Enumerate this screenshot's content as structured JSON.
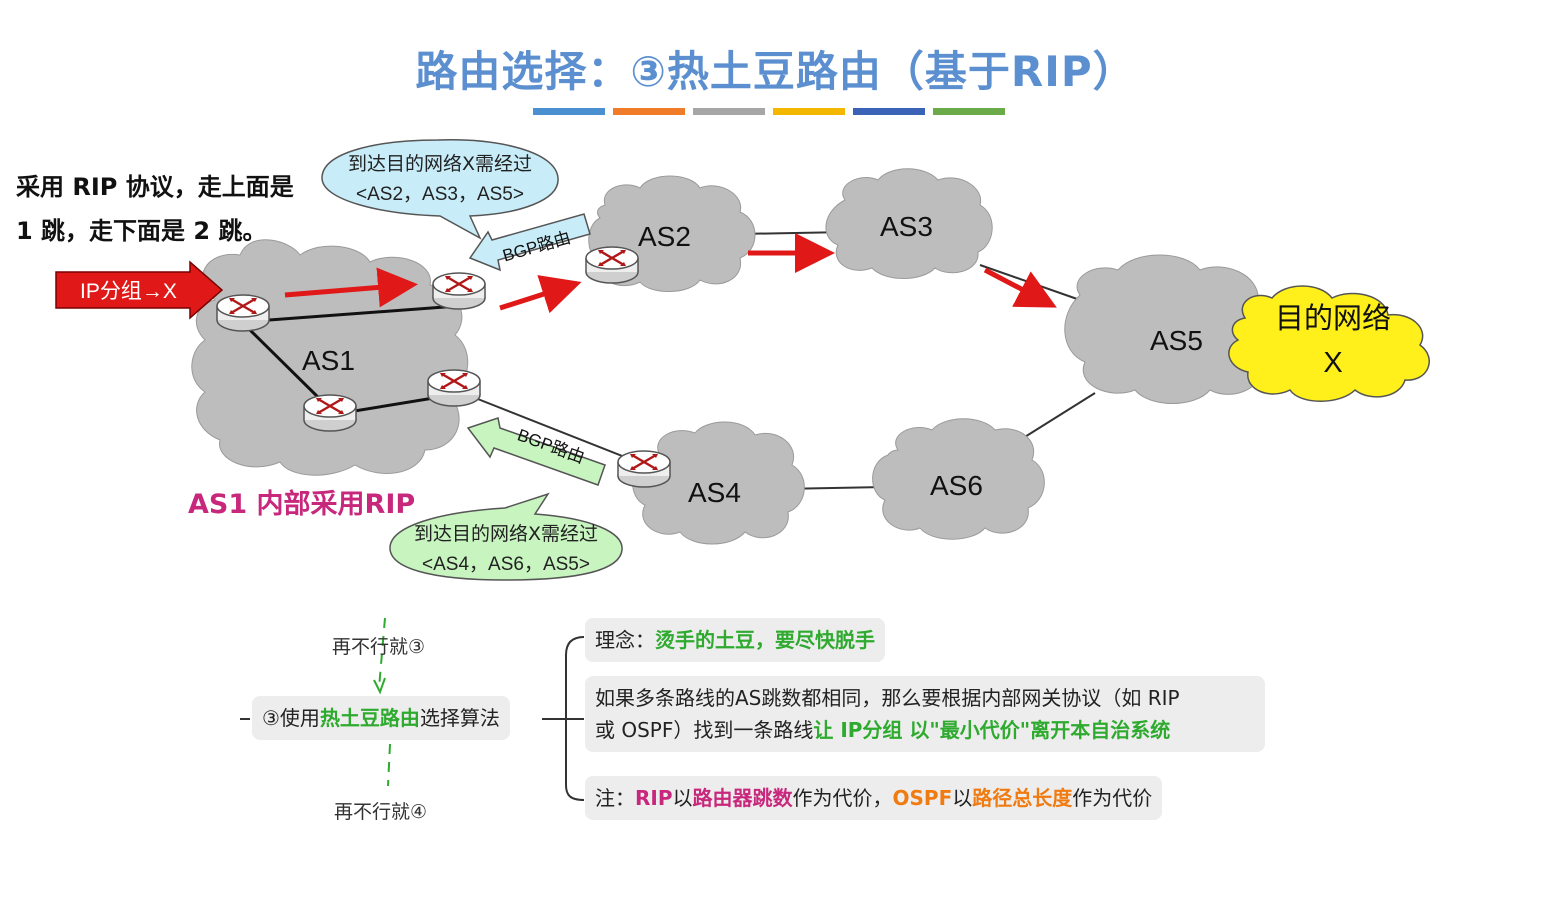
{
  "title": "路由选择：③热土豆路由（基于RIP）",
  "title_bar_colors": [
    "#4a90d0",
    "#f07b28",
    "#a6a6a6",
    "#f4b700",
    "#3a63b8",
    "#6aaa48"
  ],
  "rip_note": {
    "line1": "采用 RIP 协议，走上面是",
    "line2": "1 跳，走下面是 2 跳。"
  },
  "diagram": {
    "ip_packet_label": "IP分组→X",
    "as_labels": {
      "as1": "AS1",
      "as2": "AS2",
      "as3": "AS3",
      "as4": "AS4",
      "as5": "AS5",
      "as6": "AS6"
    },
    "destination": {
      "line1": "目的网络",
      "line2": "X"
    },
    "bgp_label_top": "BGP路由",
    "bgp_label_bottom": "BGP路由",
    "bubble_top": {
      "line1": "到达目的网络X需经过",
      "line2": "<AS2，AS3，AS5>"
    },
    "bubble_bottom": {
      "line1": "到达目的网络X需经过",
      "line2": "<AS4，AS6，AS5>"
    },
    "as1_caption": "AS1 内部采用RIP"
  },
  "colors": {
    "title": "#5b8fd0",
    "cloud": "#bdbdbd",
    "arrow_red": "#e01818",
    "bubble_top": "#c8ecf8",
    "bubble_bottom": "#c8f4c0",
    "destination": "#ffef1a",
    "caption_pink": "#c8287c",
    "highlight_green": "#2eaa2e",
    "highlight_orange": "#f07b10"
  },
  "mindmap": {
    "up_label": "再不行就③",
    "down_label": "再不行就④",
    "root": {
      "prefix": "③使用",
      "highlight": "热土豆路由",
      "suffix": "选择算法"
    },
    "b1": {
      "prefix": "理念：",
      "highlight": "烫手的土豆，要尽快脱手"
    },
    "b2": {
      "line1": "如果多条路线的AS跳数都相同，那么要根据内部网关协议（如 RIP",
      "line2_prefix": "或 OSPF）找到一条路线",
      "line2_highlight": "让 IP分组 以\"最小代价\"离开本自治系统"
    },
    "b3": {
      "p1": "注：",
      "p2": "RIP",
      "p3": "以",
      "p4": "路由器跳数",
      "p5": "作为代价，",
      "p6": "OSPF",
      "p7": "以",
      "p8": "路径总长度",
      "p9": "作为代价"
    }
  }
}
